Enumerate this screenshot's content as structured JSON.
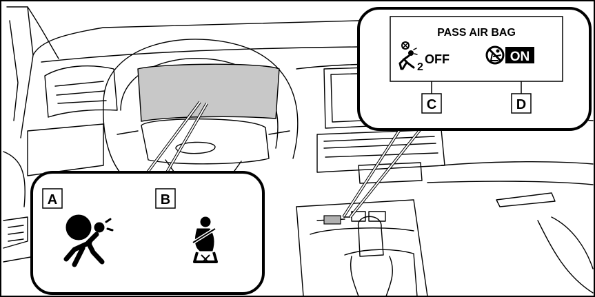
{
  "callout_top": {
    "title": "PASS AIR BAG",
    "off_subscript": "2",
    "off_text": "OFF",
    "on_text": "ON",
    "label_c": "C",
    "label_d": "D"
  },
  "callout_bottom": {
    "label_a": "A",
    "label_b": "B"
  },
  "icons": {
    "a": "srs-airbag-warning-icon",
    "b": "seat-belt-reminder-icon",
    "c": "passenger-occupant-off-icon",
    "d": "passenger-airbag-on-icon"
  },
  "colors": {
    "line": "#000000",
    "cluster_shade": "#c8c8c8",
    "indicator_shade": "#b0b0b0",
    "background": "#ffffff"
  }
}
